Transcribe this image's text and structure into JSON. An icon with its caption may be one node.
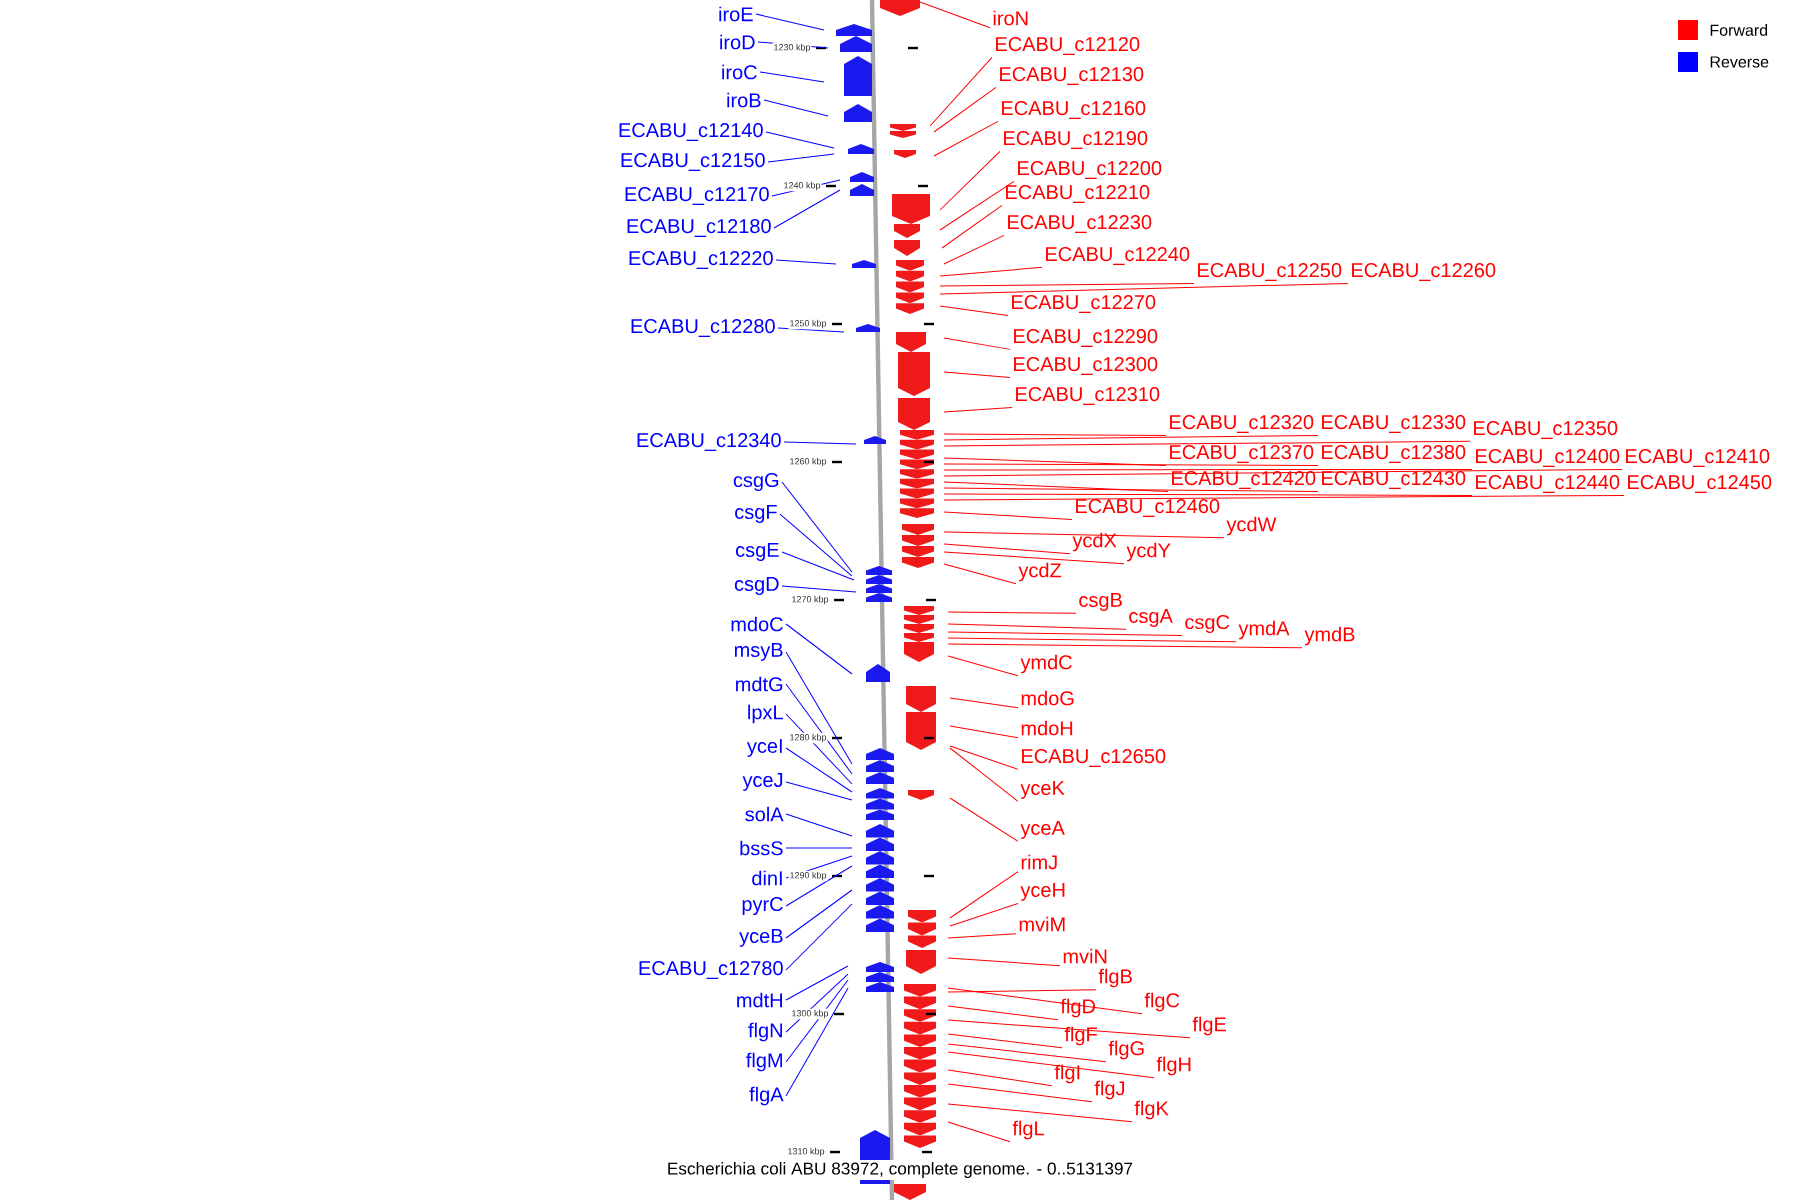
{
  "diagram": {
    "caption": "Escherichia coli ABU 83972, complete genome. - 0..5131397",
    "nodes": [
      {
        "text": [
          "iroE"
        ]
      },
      {
        "text": [
          "iroD"
        ]
      },
      {
        "text": [
          "iroC"
        ]
      },
      {
        "text": [
          "iroB"
        ]
      },
      {
        "text": [
          "ECABU_c12140"
        ]
      },
      {
        "text": [
          "ECABU_c12150"
        ]
      },
      {
        "text": [
          "ECABU_c12170"
        ]
      },
      {
        "text": [
          "ECABU_c12180"
        ]
      },
      {
        "text": [
          "ECABU_c12220"
        ]
      },
      {
        "text": [
          "ECABU_c12280"
        ]
      },
      {
        "text": [
          "ECABU_c12340"
        ]
      },
      {
        "text": [
          "csgG"
        ]
      },
      {
        "text": [
          "csgF"
        ]
      },
      {
        "text": [
          "csgE"
        ]
      },
      {
        "text": [
          "csgD"
        ]
      },
      {
        "text": [
          "mdoC"
        ]
      },
      {
        "text": [
          "msyB"
        ]
      },
      {
        "text": [
          "mdtG"
        ]
      },
      {
        "text": [
          "lpxL"
        ]
      },
      {
        "text": [
          "yceI"
        ]
      },
      {
        "text": [
          "yceJ"
        ]
      },
      {
        "text": [
          "solA"
        ]
      },
      {
        "text": [
          "bssS"
        ]
      },
      {
        "text": [
          "dinI"
        ]
      },
      {
        "text": [
          "pyrC"
        ]
      },
      {
        "text": [
          "yceB"
        ]
      },
      {
        "text": [
          "ECABU_c12780"
        ]
      },
      {
        "text": [
          "mdtH"
        ]
      },
      {
        "text": [
          "flgN"
        ]
      },
      {
        "text": [
          "flgM"
        ]
      },
      {
        "text": [
          "flgA"
        ]
      },
      {
        "text": [
          "iroN"
        ]
      },
      {
        "text": [
          "ECABU_c12120"
        ]
      },
      {
        "text": [
          "ECABU_c12130"
        ]
      },
      {
        "text": [
          "ECABU_c12160"
        ]
      },
      {
        "text": [
          "ECABU_c12190"
        ]
      },
      {
        "text": [
          "ECABU_c12200"
        ]
      },
      {
        "text": [
          "ECABU_c12210"
        ]
      },
      {
        "text": [
          "ECABU_c12230"
        ]
      },
      {
        "text": [
          "ECABU_c12240"
        ]
      },
      {
        "text": [
          "ECABU_c12250"
        ]
      },
      {
        "text": [
          "ECABU_c12260"
        ]
      },
      {
        "text": [
          "ECABU_c12270"
        ]
      },
      {
        "text": [
          "ECABU_c12290"
        ]
      },
      {
        "text": [
          "ECABU_c12300"
        ]
      },
      {
        "text": [
          "ECABU_c12310"
        ]
      },
      {
        "text": [
          "ECABU_c12320"
        ]
      },
      {
        "text": [
          "ECABU_c12330"
        ]
      },
      {
        "text": [
          "ECABU_c12350"
        ]
      },
      {
        "text": [
          "ECABU_c12370"
        ]
      },
      {
        "text": [
          "ECABU_c12380"
        ]
      },
      {
        "text": [
          "ECABU_c12400"
        ]
      },
      {
        "text": [
          "ECABU_c12410"
        ]
      },
      {
        "text": [
          "ECABU_c12420"
        ]
      },
      {
        "text": [
          "ECABU_c12430"
        ]
      },
      {
        "text": [
          "ECABU_c12440"
        ]
      },
      {
        "text": [
          "ECABU_c12450"
        ]
      },
      {
        "text": [
          "ECABU_c12460"
        ]
      },
      {
        "text": [
          "ycdW"
        ]
      },
      {
        "text": [
          "ycdX"
        ]
      },
      {
        "text": [
          "ycdY"
        ]
      },
      {
        "text": [
          "ycdZ"
        ]
      },
      {
        "text": [
          "csgB"
        ]
      },
      {
        "text": [
          "csgA"
        ]
      },
      {
        "text": [
          "csgC"
        ]
      },
      {
        "text": [
          "ymdA"
        ]
      },
      {
        "text": [
          "ymdB"
        ]
      },
      {
        "text": [
          "ymdC"
        ]
      },
      {
        "text": [
          "mdoG"
        ]
      },
      {
        "text": [
          "mdoH"
        ]
      },
      {
        "text": [
          "ECABU_c12650"
        ]
      },
      {
        "text": [
          "yceK"
        ]
      },
      {
        "text": [
          "yceA"
        ]
      },
      {
        "text": [
          "rimJ"
        ]
      },
      {
        "text": [
          "yceH"
        ]
      },
      {
        "text": [
          "mviM"
        ]
      },
      {
        "text": [
          "mviN"
        ]
      },
      {
        "text": [
          "flgB"
        ]
      },
      {
        "text": [
          "flgC"
        ]
      },
      {
        "text": [
          "flgD"
        ]
      },
      {
        "text": [
          "flgE"
        ]
      },
      {
        "text": [
          "flgF"
        ]
      },
      {
        "text": [
          "flgG"
        ]
      },
      {
        "text": [
          "flgH"
        ]
      },
      {
        "text": [
          "flgI"
        ]
      },
      {
        "text": [
          "flgJ"
        ]
      },
      {
        "text": [
          "flgK"
        ]
      },
      {
        "text": [
          "flgL"
        ]
      },
      {
        "text": [],
        "shape": "picture"
      }
    ],
    "edges": [
      {
        "from": 0,
        "to": 88,
        "arrow": "none",
        "color": "#0000ff"
      },
      {
        "from": 1,
        "to": 88,
        "arrow": "none",
        "color": "#0000ff"
      },
      {
        "from": 2,
        "to": 88,
        "arrow": "none",
        "color": "#0000ff"
      },
      {
        "from": 3,
        "to": 88,
        "arrow": "none",
        "color": "#0000ff"
      },
      {
        "from": 4,
        "to": 88,
        "arrow": "none",
        "color": "#0000ff"
      },
      {
        "from": 5,
        "to": 88,
        "arrow": "none",
        "color": "#0000ff"
      },
      {
        "from": 6,
        "to": 88,
        "arrow": "none",
        "color": "#0000ff"
      },
      {
        "from": 7,
        "to": 88,
        "arrow": "none",
        "color": "#0000ff"
      },
      {
        "from": 8,
        "to": 88,
        "arrow": "none",
        "color": "#0000ff"
      },
      {
        "from": 9,
        "to": 88,
        "arrow": "none",
        "color": "#0000ff"
      },
      {
        "from": 10,
        "to": 88,
        "arrow": "none",
        "color": "#0000ff"
      },
      {
        "from": 11,
        "to": 88,
        "arrow": "none",
        "color": "#0000ff"
      },
      {
        "from": 12,
        "to": 88,
        "arrow": "none",
        "color": "#0000ff"
      },
      {
        "from": 13,
        "to": 88,
        "arrow": "none",
        "color": "#0000ff"
      },
      {
        "from": 14,
        "to": 88,
        "arrow": "none",
        "color": "#0000ff"
      },
      {
        "from": 15,
        "to": 88,
        "arrow": "none",
        "color": "#0000ff"
      },
      {
        "from": 16,
        "to": 88,
        "arrow": "none",
        "color": "#0000ff"
      },
      {
        "from": 17,
        "to": 88,
        "arrow": "none",
        "color": "#0000ff"
      },
      {
        "from": 18,
        "to": 88,
        "arrow": "none",
        "color": "#0000ff"
      },
      {
        "from": 19,
        "to": 88,
        "arrow": "none",
        "color": "#0000ff"
      },
      {
        "from": 20,
        "to": 88,
        "arrow": "none",
        "color": "#0000ff"
      },
      {
        "from": 21,
        "to": 88,
        "arrow": "none",
        "color": "#0000ff"
      },
      {
        "from": 22,
        "to": 88,
        "arrow": "none",
        "color": "#0000ff"
      },
      {
        "from": 23,
        "to": 88,
        "arrow": "none",
        "color": "#0000ff"
      },
      {
        "from": 24,
        "to": 88,
        "arrow": "none",
        "color": "#0000ff"
      },
      {
        "from": 25,
        "to": 88,
        "arrow": "none",
        "color": "#0000ff"
      },
      {
        "from": 26,
        "to": 88,
        "arrow": "none",
        "color": "#0000ff"
      },
      {
        "from": 27,
        "to": 88,
        "arrow": "none",
        "color": "#0000ff"
      },
      {
        "from": 28,
        "to": 88,
        "arrow": "none",
        "color": "#0000ff"
      },
      {
        "from": 29,
        "to": 88,
        "arrow": "none",
        "color": "#0000ff"
      },
      {
        "from": 30,
        "to": 88,
        "arrow": "none",
        "color": "#0000ff"
      },
      {
        "from": 31,
        "to": 88,
        "arrow": "none"
      },
      {
        "from": 32,
        "to": 88,
        "arrow": "none"
      },
      {
        "from": 33,
        "to": 88,
        "arrow": "none"
      },
      {
        "from": 34,
        "to": 88,
        "arrow": "none"
      },
      {
        "from": 35,
        "to": 88,
        "arrow": "none"
      },
      {
        "from": 36,
        "to": 88,
        "arrow": "none"
      },
      {
        "from": 37,
        "to": 88,
        "arrow": "none"
      },
      {
        "from": 38,
        "to": 88,
        "arrow": "none"
      },
      {
        "from": 39,
        "to": 88,
        "arrow": "none"
      },
      {
        "from": 40,
        "to": 88,
        "arrow": "none"
      },
      {
        "from": 41,
        "to": 88,
        "arrow": "none"
      },
      {
        "from": 42,
        "to": 88,
        "arrow": "none"
      },
      {
        "from": 43,
        "to": 88,
        "arrow": "none"
      },
      {
        "from": 44,
        "to": 88,
        "arrow": "none"
      },
      {
        "from": 45,
        "to": 88,
        "arrow": "none"
      },
      {
        "from": 46,
        "to": 88,
        "arrow": "none"
      },
      {
        "from": 47,
        "to": 88,
        "arrow": "none"
      },
      {
        "from": 48,
        "to": 88,
        "arrow": "none"
      },
      {
        "from": 49,
        "to": 88,
        "arrow": "none"
      },
      {
        "from": 50,
        "to": 88,
        "arrow": "none"
      },
      {
        "from": 51,
        "to": 88,
        "arrow": "none"
      },
      {
        "from": 52,
        "to": 88,
        "arrow": "none"
      },
      {
        "from": 53,
        "to": 88,
        "arrow": "none"
      },
      {
        "from": 54,
        "to": 88,
        "arrow": "none"
      },
      {
        "from": 55,
        "to": 88,
        "arrow": "none"
      },
      {
        "from": 56,
        "to": 88,
        "arrow": "none"
      },
      {
        "from": 57,
        "to": 88,
        "arrow": "none"
      },
      {
        "from": 58,
        "to": 88,
        "arrow": "none"
      },
      {
        "from": 59,
        "to": 88,
        "arrow": "none"
      },
      {
        "from": 60,
        "to": 88,
        "arrow": "none"
      },
      {
        "from": 61,
        "to": 88,
        "arrow": "none"
      },
      {
        "from": 62,
        "to": 88,
        "arrow": "none"
      },
      {
        "from": 63,
        "to": 88,
        "arrow": "none"
      },
      {
        "from": 64,
        "to": 88,
        "arrow": "none"
      },
      {
        "from": 65,
        "to": 88,
        "arrow": "none"
      },
      {
        "from": 66,
        "to": 88,
        "arrow": "none"
      },
      {
        "from": 67,
        "to": 88,
        "arrow": "none"
      },
      {
        "from": 68,
        "to": 88,
        "arrow": "none"
      },
      {
        "from": 69,
        "to": 88,
        "arrow": "none"
      },
      {
        "from": 70,
        "to": 88,
        "arrow": "none"
      },
      {
        "from": 71,
        "to": 88,
        "arrow": "none"
      },
      {
        "from": 72,
        "to": 88,
        "arrow": "none"
      },
      {
        "from": 73,
        "to": 88,
        "arrow": "none"
      },
      {
        "from": 74,
        "to": 88,
        "arrow": "none"
      },
      {
        "from": 75,
        "to": 88,
        "arrow": "none"
      },
      {
        "from": 76,
        "to": 88,
        "arrow": "none"
      },
      {
        "from": 77,
        "to": 88,
        "arrow": "none"
      },
      {
        "from": 78,
        "to": 88,
        "arrow": "none"
      },
      {
        "from": 79,
        "to": 88,
        "arrow": "none"
      },
      {
        "from": 80,
        "to": 88,
        "arrow": "none"
      },
      {
        "from": 81,
        "to": 88,
        "arrow": "none"
      },
      {
        "from": 82,
        "to": 88,
        "arrow": "none"
      },
      {
        "from": 83,
        "to": 88,
        "arrow": "none"
      },
      {
        "from": 84,
        "to": 88,
        "arrow": "none"
      },
      {
        "from": 85,
        "to": 88,
        "arrow": "none"
      },
      {
        "from": 86,
        "to": 88,
        "arrow": "none"
      },
      {
        "from": 87,
        "to": 88,
        "arrow": "none"
      }
    ],
    "labels": [
      "1230 kbp",
      "1240 kbp",
      "1250 kbp",
      "1260 kbp",
      "1270 kbp",
      "1280 kbp",
      "1290 kbp",
      "1300 kbp",
      "1310 kbp"
    ],
    "legend": [
      {
        "text": "Forward",
        "color": "#ff0000"
      },
      {
        "text": "Reverse",
        "color": "#0000ff"
      }
    ]
  }
}
